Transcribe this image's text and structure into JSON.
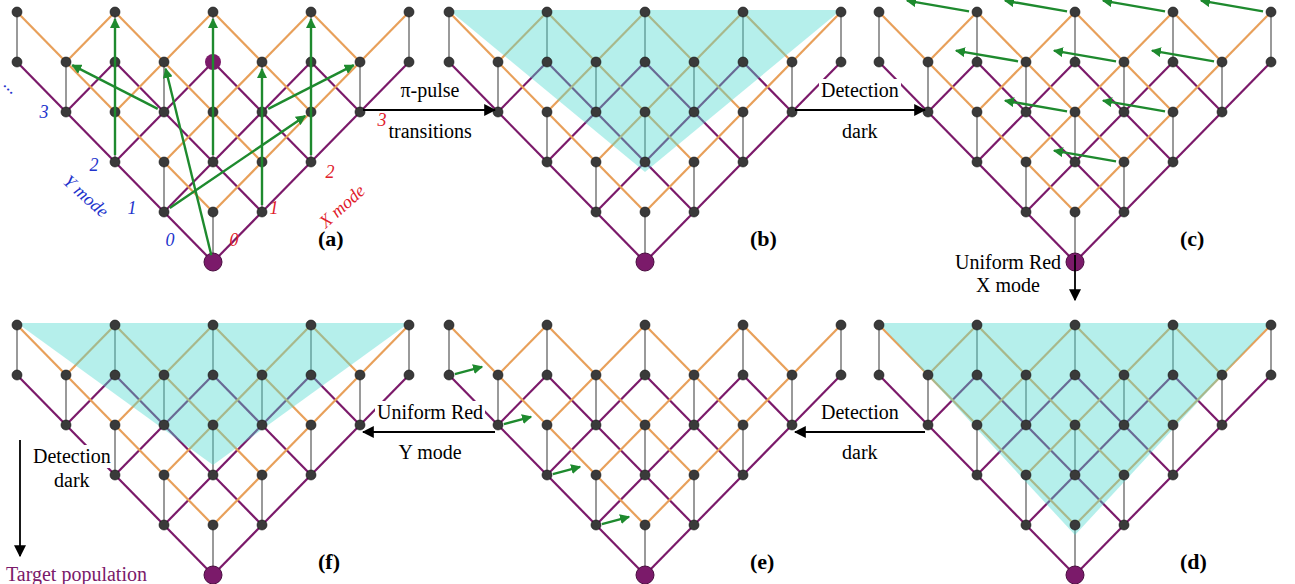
{
  "diagram": {
    "nodes": [
      {
        "text": [
          "(a)"
        ]
      },
      {
        "text": [
          "(b)"
        ]
      },
      {
        "text": [
          "(c)"
        ]
      },
      {
        "text": [
          "(d)"
        ]
      },
      {
        "text": [
          "(e)"
        ]
      },
      {
        "text": [
          "(f)"
        ]
      }
    ],
    "edges": [
      {
        "from": 0,
        "to": 1,
        "arrow": "to"
      },
      {
        "from": 1,
        "to": 2,
        "arrow": "to"
      },
      {
        "from": 2,
        "to": 3,
        "arrow": "to"
      },
      {
        "from": 3,
        "to": 4,
        "arrow": "to"
      },
      {
        "from": 4,
        "to": 5,
        "arrow": "to"
      }
    ],
    "labels": [
      "0",
      "1",
      "2",
      "3",
      "...",
      "Y mode",
      "0",
      "1",
      "2",
      "3",
      "...",
      "X mode",
      "π-pulse",
      "transitions",
      "Detection",
      "dark",
      "Uniform Red",
      "X mode",
      "Detection",
      "dark",
      "Uniform Red",
      "Y mode",
      "Detection",
      "dark",
      "Target population"
    ]
  }
}
